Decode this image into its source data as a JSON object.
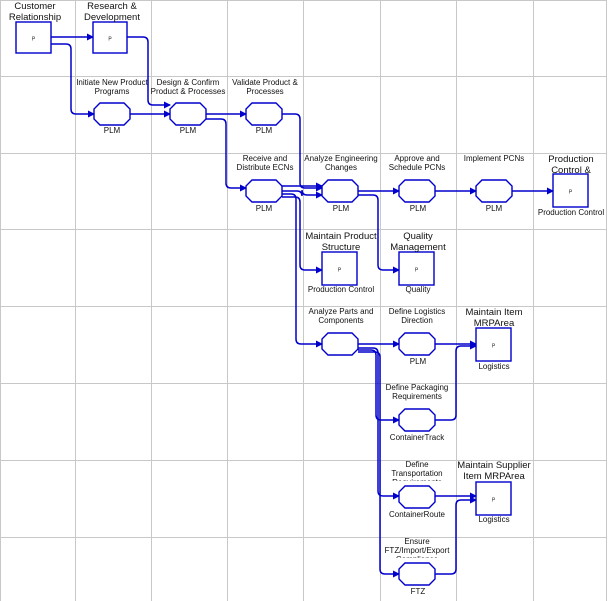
{
  "swimlanes": {
    "rows": 8,
    "cols": 8
  },
  "colors": {
    "connector": "#0000cc",
    "shape_stroke": "#0000cc",
    "grid": "#c8c8c8",
    "text": "#111111"
  },
  "nodes": {
    "customer_relationship": {
      "label": "Customer Relationship",
      "mark": "P"
    },
    "research_development": {
      "label": "Research & Development",
      "mark": "P"
    },
    "initiate_new_product": {
      "label": "Initiate New Product Programs",
      "system": "PLM"
    },
    "design_confirm": {
      "label": "Design & Confirm Product & Processes",
      "system": "PLM"
    },
    "validate_product": {
      "label": "Validate Product & Processes",
      "system": "PLM"
    },
    "receive_distribute": {
      "label": "Receive and Distribute ECNs",
      "system": "PLM"
    },
    "analyze_engineering": {
      "label": "Analyze Engineering Changes",
      "system": "PLM"
    },
    "approve_schedule": {
      "label": "Approve and Schedule PCNs",
      "system": "PLM"
    },
    "implement_pcns": {
      "label": "Implement PCNs",
      "system": "PLM"
    },
    "production_control_top": {
      "label": "Production Control &",
      "mark": "P",
      "system": "Production Control"
    },
    "maintain_product_structure": {
      "label": "Maintain Product Structure",
      "mark": "P",
      "system": "Production Control"
    },
    "quality_management": {
      "label": "Quality Management",
      "mark": "P",
      "system": "Quality"
    },
    "analyze_parts": {
      "label": "Analyze Parts and Components",
      "system": ""
    },
    "define_logistics": {
      "label": "Define Logistics Direction",
      "system": "PLM"
    },
    "maintain_item_mrp": {
      "label": "Maintain Item MRPArea",
      "mark": "P",
      "system": "Logistics"
    },
    "define_packaging": {
      "label": "Define Packaging Requirements",
      "system": "ContainerTrack"
    },
    "define_transportation": {
      "label": "Define Transportation Requirements",
      "system": "ContainerRoute"
    },
    "maintain_supplier_item": {
      "label": "Maintain Supplier Item MRPArea",
      "mark": "P",
      "system": "Logistics"
    },
    "ensure_ftz": {
      "label": "Ensure FTZ/Import/Export Compliance",
      "system": "FTZ"
    }
  }
}
